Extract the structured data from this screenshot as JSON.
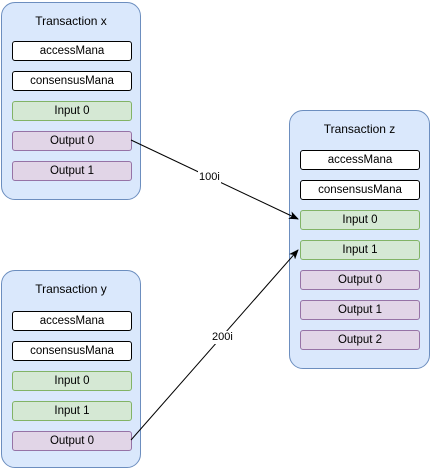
{
  "transactions": {
    "x": {
      "title": "Transaction  x",
      "fields": [
        "accessMana",
        "consensusMana",
        "Input 0",
        "Output 0",
        "Output 1"
      ]
    },
    "y": {
      "title": "Transaction  y",
      "fields": [
        "accessMana",
        "consensusMana",
        "Input 0",
        "Input 1",
        "Output 0"
      ]
    },
    "z": {
      "title": "Transaction  z",
      "fields": [
        "accessMana",
        "consensusMana",
        "Input 0",
        "Input 1",
        "Output 0",
        "Output 1",
        "Output 2"
      ]
    }
  },
  "edges": [
    {
      "label": "100i",
      "from": "Transaction x / Output 0",
      "to": "Transaction z / Input 0"
    },
    {
      "label": "200i",
      "from": "Transaction y / Output 0",
      "to": "Transaction z / Input 1"
    }
  ],
  "colors": {
    "container_fill": "#dae8fc",
    "container_stroke": "#6c8ebf",
    "input_fill": "#d5e8d4",
    "input_stroke": "#82b366",
    "output_fill": "#e1d5e7",
    "output_stroke": "#9673a6"
  }
}
